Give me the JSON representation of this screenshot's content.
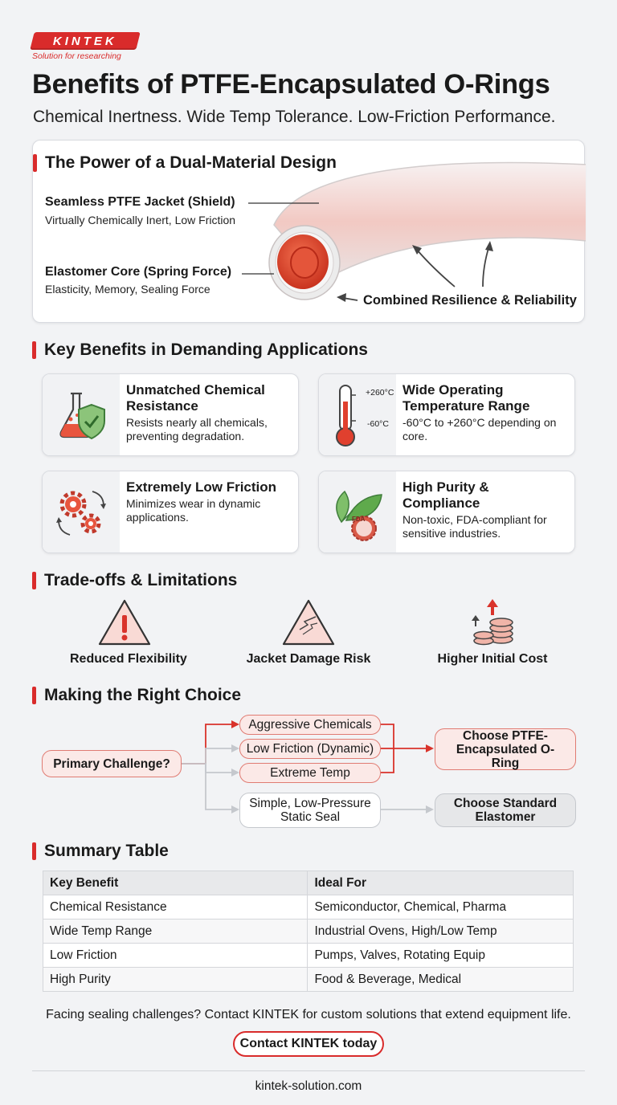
{
  "brand": {
    "logo_text": "KINTEK",
    "tagline": "Solution for researching"
  },
  "header": {
    "title": "Benefits of PTFE-Encapsulated O-Rings",
    "subtitle": "Chemical Inertness. Wide Temp Tolerance. Low-Friction Performance."
  },
  "design": {
    "heading": "The Power of a Dual-Material Design",
    "jacket_title": "Seamless PTFE Jacket (Shield)",
    "jacket_desc": "Virtually Chemically Inert, Low Friction",
    "core_title": "Elastomer Core (Spring Force)",
    "core_desc": "Elasticity, Memory, Sealing Force",
    "combined": "Combined Resilience & Reliability"
  },
  "benefits": {
    "heading": "Key Benefits in Demanding Applications",
    "items": [
      {
        "title": "Unmatched Chemical Resistance",
        "desc": "Resists nearly all chemicals, preventing degradation.",
        "icon": "flask-shield-icon"
      },
      {
        "title": "Wide Operating Temperature Range",
        "desc": "-60°C to +260°C depending on core.",
        "icon": "thermometer-icon",
        "temp_high": "+260°C",
        "temp_low": "-60°C"
      },
      {
        "title": "Extremely Low Friction",
        "desc": "Minimizes wear in dynamic applications.",
        "icon": "gears-icon"
      },
      {
        "title": "High Purity & Compliance",
        "desc": "Non-toxic, FDA-compliant for sensitive industries.",
        "icon": "leaf-fda-icon",
        "badge": "FDA"
      }
    ]
  },
  "tradeoffs": {
    "heading": "Trade-offs & Limitations",
    "items": [
      {
        "label": "Reduced Flexibility",
        "icon": "warning-icon"
      },
      {
        "label": "Jacket Damage Risk",
        "icon": "cracked-warning-icon"
      },
      {
        "label": "Higher Initial Cost",
        "icon": "coins-icon"
      }
    ]
  },
  "choice": {
    "heading": "Making the Right Choice",
    "start": "Primary Challenge?",
    "options": [
      "Aggressive Chemicals",
      "Low Friction (Dynamic)",
      "Extreme Temp",
      "Simple, Low-Pressure Static Seal"
    ],
    "result_ptfe": "Choose PTFE-Encapsulated O-Ring",
    "result_standard": "Choose Standard Elastomer"
  },
  "summary": {
    "heading": "Summary Table",
    "columns": [
      "Key Benefit",
      "Ideal For"
    ],
    "rows": [
      [
        "Chemical Resistance",
        "Semiconductor, Chemical, Pharma"
      ],
      [
        "Wide Temp Range",
        "Industrial Ovens, High/Low Temp"
      ],
      [
        "Low Friction",
        "Pumps, Valves, Rotating Equip"
      ],
      [
        "High Purity",
        "Food & Beverage, Medical"
      ]
    ]
  },
  "cta": {
    "text": "Facing sealing challenges? Contact KINTEK for custom solutions that extend equipment life.",
    "button": "Contact KINTEK today"
  },
  "footer": {
    "url": "kintek-solution.com"
  }
}
